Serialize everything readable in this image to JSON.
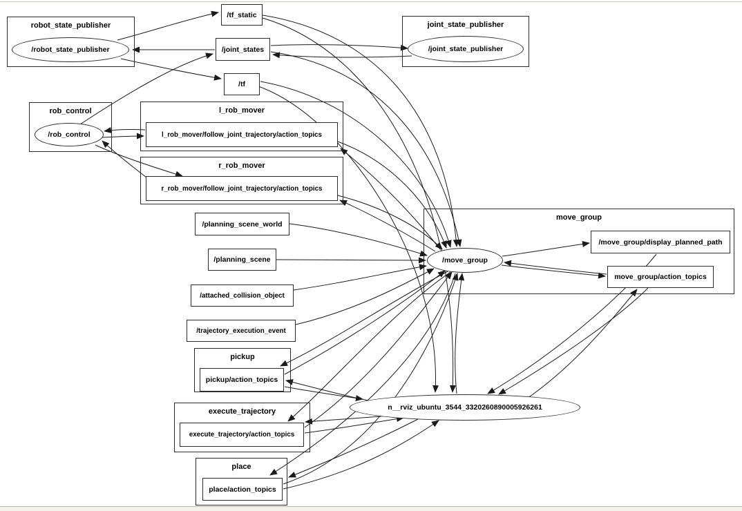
{
  "diagram": {
    "colors": {
      "stroke": "#1a1a1a",
      "box_fill": "#ffffff",
      "background": "#ffffff",
      "frame_top_line": "#ccc9c3",
      "frame_bottom_line": "#b9b6b0"
    },
    "groups": {
      "rsp": {
        "title": "robot_state_publisher",
        "node": "/robot_state_publisher"
      },
      "jsp": {
        "title": "joint_state_publisher",
        "node": "/joint_state_publisher"
      },
      "rob_control": {
        "title": "rob_control",
        "node": "/rob_control"
      },
      "l_rob_mover": {
        "title": "l_rob_mover",
        "topic": "l_rob_mover/follow_joint_trajectory/action_topics"
      },
      "r_rob_mover": {
        "title": "r_rob_mover",
        "topic": "r_rob_mover/follow_joint_trajectory/action_topics"
      },
      "move_group": {
        "title": "move_group",
        "node": "/move_group",
        "display_planned_path": "/move_group/display_planned_path",
        "action_topics": "move_group/action_topics"
      },
      "pickup": {
        "title": "pickup",
        "topic": "pickup/action_topics"
      },
      "execute_trajectory": {
        "title": "execute_trajectory",
        "topic": "execute_trajectory/action_topics"
      },
      "place": {
        "title": "place",
        "topic": "place/action_topics"
      }
    },
    "topics": {
      "tf_static": "/tf_static",
      "joint_states": "/joint_states",
      "tf": "/tf",
      "planning_scene_world": "/planning_scene_world",
      "planning_scene": "/planning_scene",
      "attached_collision_object": "/attached_collision_object",
      "trajectory_execution_event": "/trajectory_execution_event"
    },
    "nodes": {
      "rviz": "n__rviz_ubuntu_3544_3320260890005926261"
    }
  }
}
